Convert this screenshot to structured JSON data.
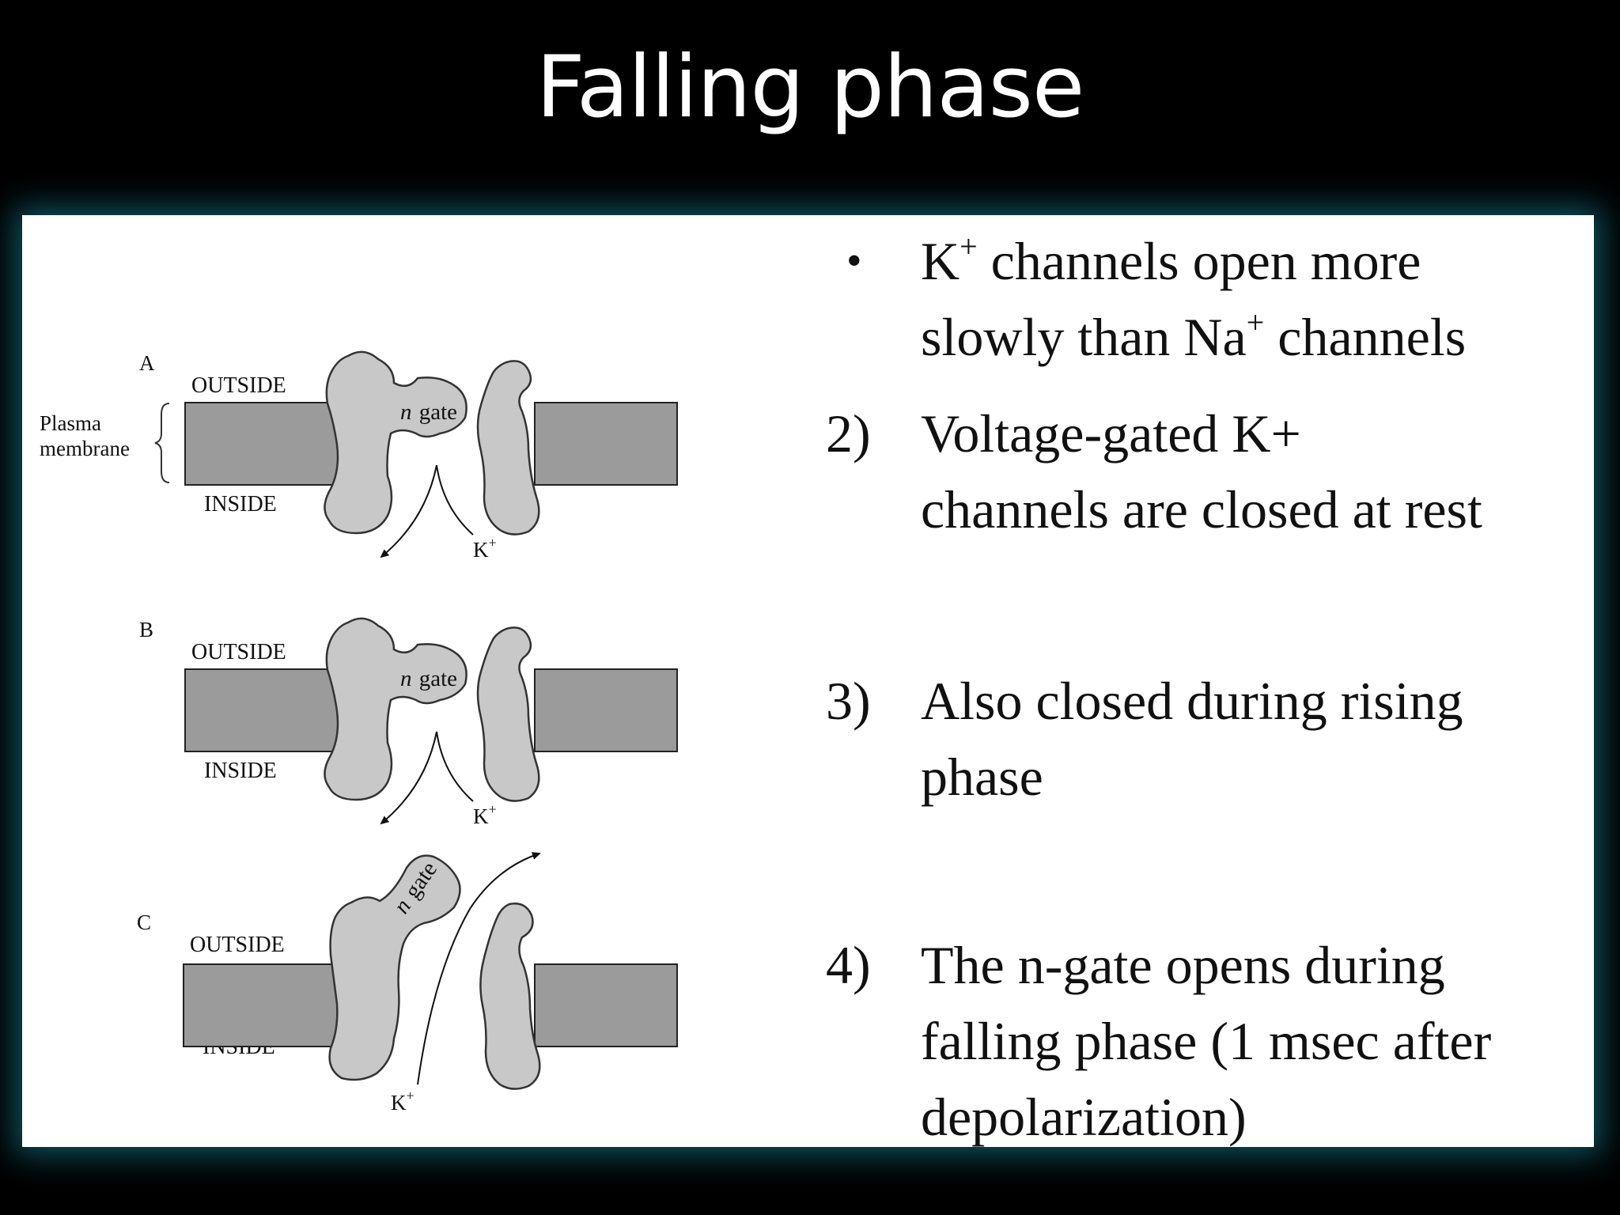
{
  "slide": {
    "title": "Falling phase"
  },
  "diagram": {
    "panels": [
      {
        "letter": "A",
        "outside_label": "OUTSIDE",
        "inside_label": "INSIDE",
        "gate_label": "gate",
        "gate_var": "n",
        "ion": "K",
        "ion_charge": "+",
        "gate_state": "closed"
      },
      {
        "letter": "B",
        "outside_label": "OUTSIDE",
        "inside_label": "INSIDE",
        "gate_label": "gate",
        "gate_var": "n",
        "ion": "K",
        "ion_charge": "+",
        "gate_state": "closed"
      },
      {
        "letter": "C",
        "outside_label": "OUTSIDE",
        "inside_label": "INSIDE",
        "gate_label": "gate",
        "gate_var": "n",
        "ion": "K",
        "ion_charge": "+",
        "gate_state": "open"
      }
    ],
    "membrane_label_line1": "Plasma",
    "membrane_label_line2": "membrane"
  },
  "bullets": [
    {
      "marker": "•",
      "parts": [
        "K",
        "+",
        " channels open more\nslowly than Na",
        "+",
        " channels"
      ]
    },
    {
      "marker": "2)",
      "parts": [
        "Voltage-gated K+\nchannels are closed at rest"
      ]
    },
    {
      "marker": "3)",
      "parts": [
        "Also closed during rising\nphase"
      ]
    },
    {
      "marker": "4)",
      "parts": [
        "The n-gate opens during\nfalling phase (1 msec after\ndepolarization)"
      ]
    }
  ],
  "colors": {
    "background": "#000000",
    "panel": "#ffffff",
    "glow": "#146e7d",
    "protein": "#c8c8c8",
    "membrane": "#9b9b9b"
  }
}
